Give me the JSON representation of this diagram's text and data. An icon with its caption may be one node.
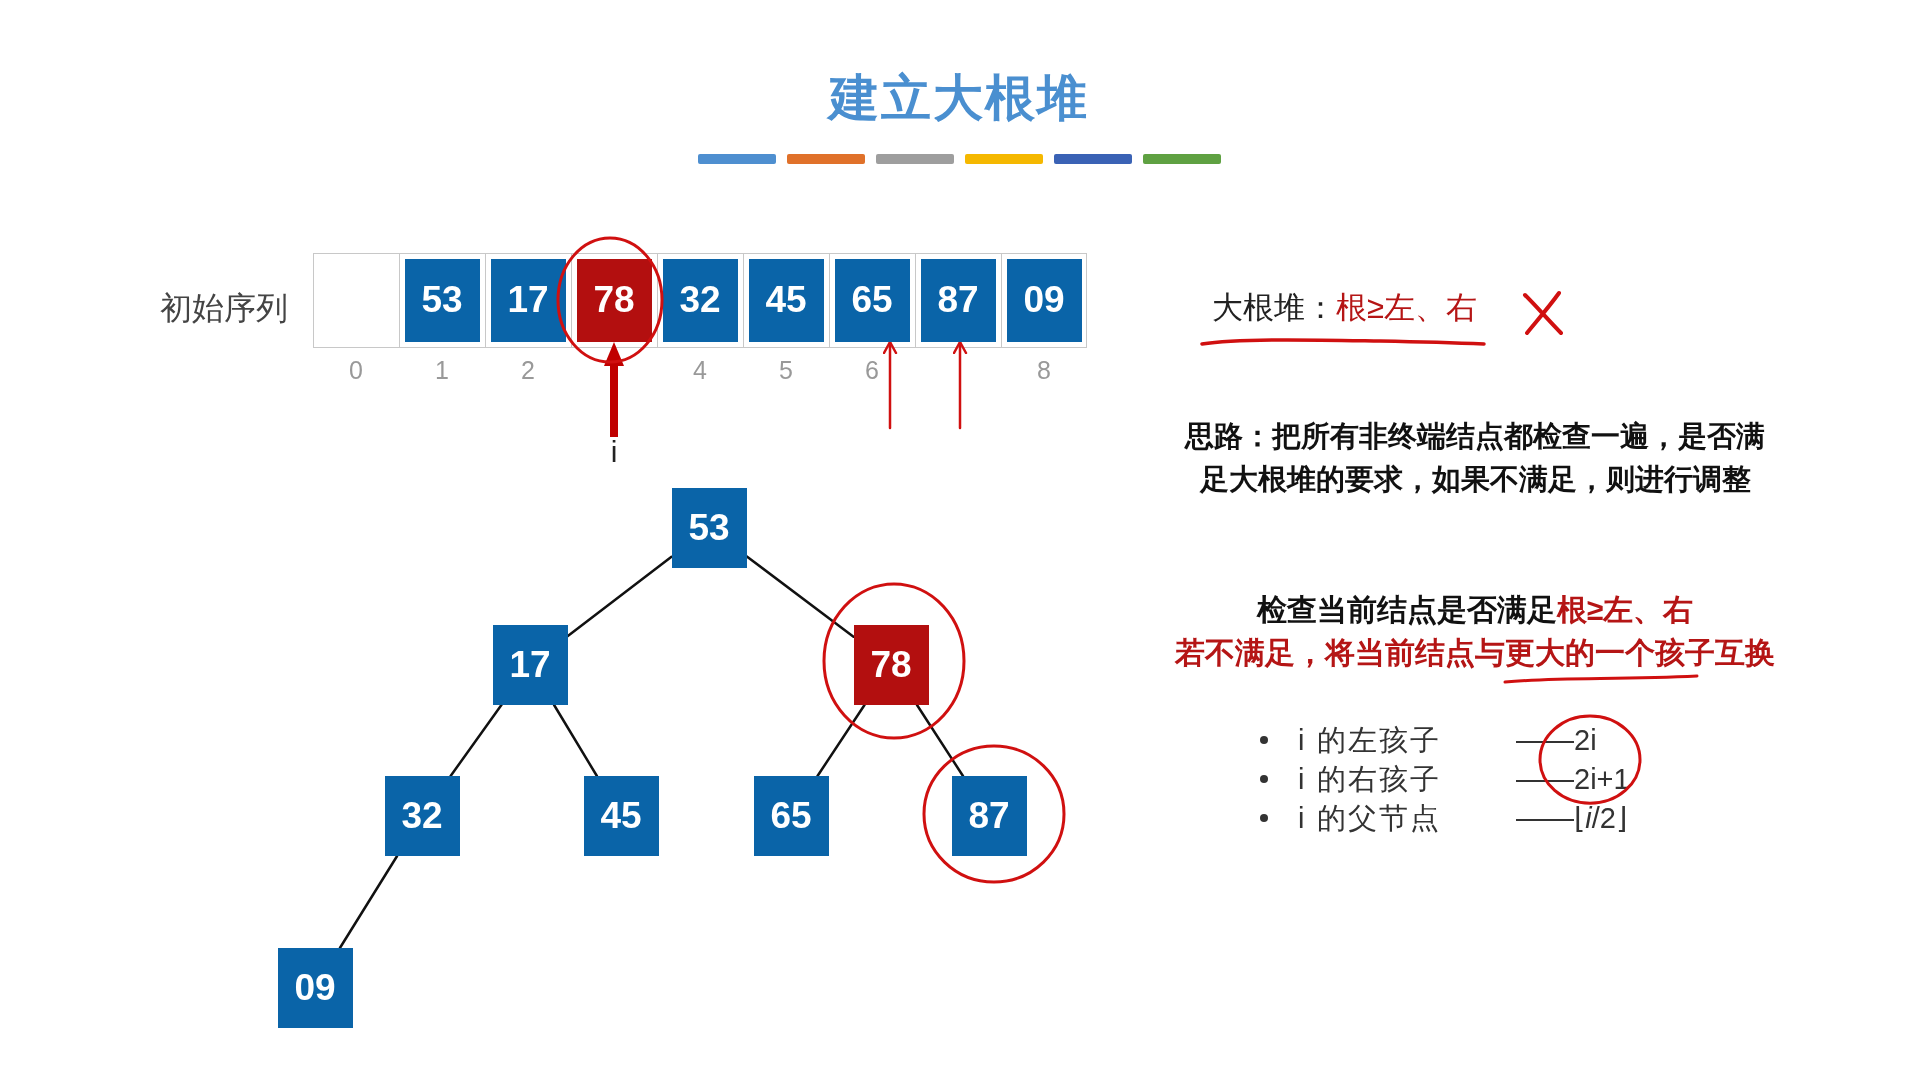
{
  "diagram": {
    "title": "建立大根堆",
    "nodes": [
      {
        "text": [],
        "shape": "box"
      },
      {
        "text": [
          "53"
        ]
      },
      {
        "text": [
          "17"
        ]
      },
      {
        "text": [
          "78"
        ]
      },
      {
        "text": [
          "32"
        ]
      },
      {
        "text": [
          "45"
        ]
      },
      {
        "text": [
          "65"
        ]
      },
      {
        "text": [
          "87"
        ]
      },
      {
        "text": [
          "09"
        ]
      },
      {
        "text": [
          "i"
        ]
      },
      {
        "text": [
          "53"
        ]
      },
      {
        "text": [
          "17"
        ]
      },
      {
        "text": [
          "78"
        ]
      },
      {
        "text": [
          "32"
        ]
      },
      {
        "text": [
          "45"
        ]
      },
      {
        "text": [
          "65"
        ]
      },
      {
        "text": [
          "87"
        ]
      },
      {
        "text": [
          "09"
        ]
      }
    ],
    "edges": [
      {
        "from": 9,
        "to": 3,
        "arrow": "to",
        "style": "thick",
        "color": "#c00000"
      },
      {
        "from": null,
        "to": 6,
        "arrow": "to",
        "color": "#d01010"
      },
      {
        "from": null,
        "to": 7,
        "arrow": "to",
        "color": "#d01010"
      },
      {
        "from": 10,
        "to": 11,
        "arrow": "none"
      },
      {
        "from": 10,
        "to": 12,
        "arrow": "none"
      },
      {
        "from": 11,
        "to": 13,
        "arrow": "none"
      },
      {
        "from": 11,
        "to": 14,
        "arrow": "none"
      },
      {
        "from": 12,
        "to": 15,
        "arrow": "none"
      },
      {
        "from": 12,
        "to": 16,
        "arrow": "none"
      },
      {
        "from": 13,
        "to": 17,
        "arrow": "none"
      }
    ],
    "labels": [
      "初始序列",
      "0",
      "1",
      "2",
      "4",
      "5",
      "6",
      "8",
      "大根堆：",
      "根≥左、右",
      "思路：把所有非终端结点都检查一遍，是否满足大根堆的要求，如果不满足，则进行调整",
      "检查当前结点是否满足",
      "根≥左、右",
      "若不满足，将当前结点与更大的一个孩子互换",
      "i 的左孩子",
      "——2i",
      "i 的右孩子",
      "——2i+1",
      "i 的父节点",
      "——⌊*i*/2⌋"
    ]
  }
}
